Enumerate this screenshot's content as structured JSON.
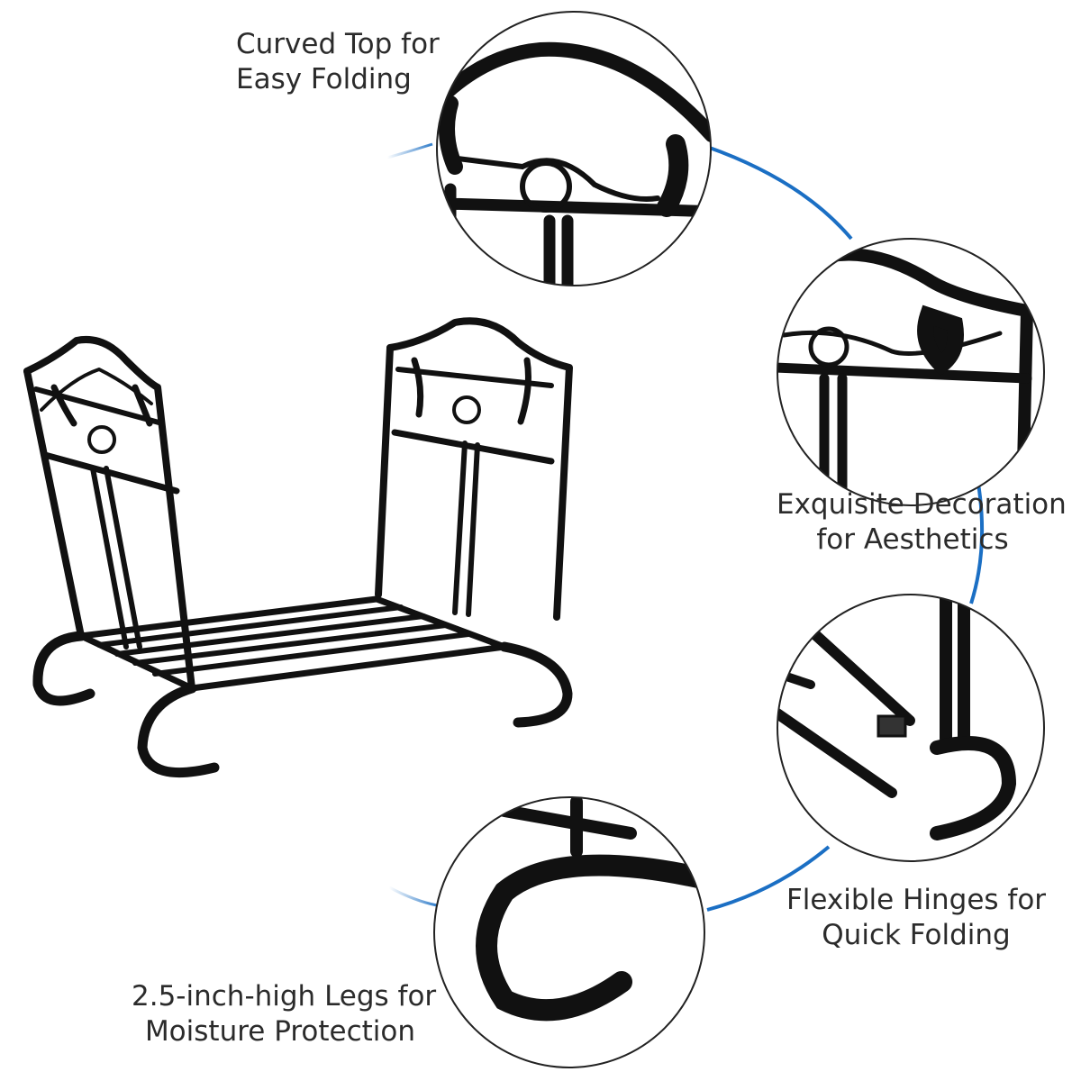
{
  "product": {
    "name": "black-iron-firewood-log-rack",
    "metal_color": "#111111",
    "highlight_color": "#6b6b6b",
    "connector_color": "#1b6fc4"
  },
  "callouts": [
    {
      "id": "curved-top",
      "line1": "Curved Top for",
      "line2": "Easy Folding"
    },
    {
      "id": "decoration",
      "line1": "Exquisite Decoration",
      "line2": "for Aesthetics"
    },
    {
      "id": "hinges",
      "line1": "Flexible Hinges for",
      "line2": "Quick Folding"
    },
    {
      "id": "legs",
      "line1": "2.5-inch-high Legs for",
      "line2": "Moisture Protection"
    }
  ]
}
